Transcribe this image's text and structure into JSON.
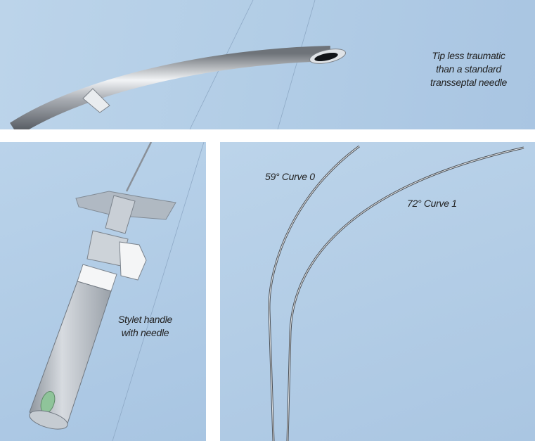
{
  "top_panel": {
    "caption_lines": [
      "Tip less traumatic",
      "than a standard",
      "transseptal needle"
    ]
  },
  "left_panel": {
    "caption_lines": [
      "Stylet handle",
      "with needle"
    ]
  },
  "right_panel": {
    "curve0_label": "59° Curve 0",
    "curve1_label": "72° Curve 1"
  },
  "colors": {
    "panel_blue": "#b2cde6",
    "metal_mid": "#a6aab0",
    "metal_light": "#f2f4f6",
    "text": "#222222"
  }
}
